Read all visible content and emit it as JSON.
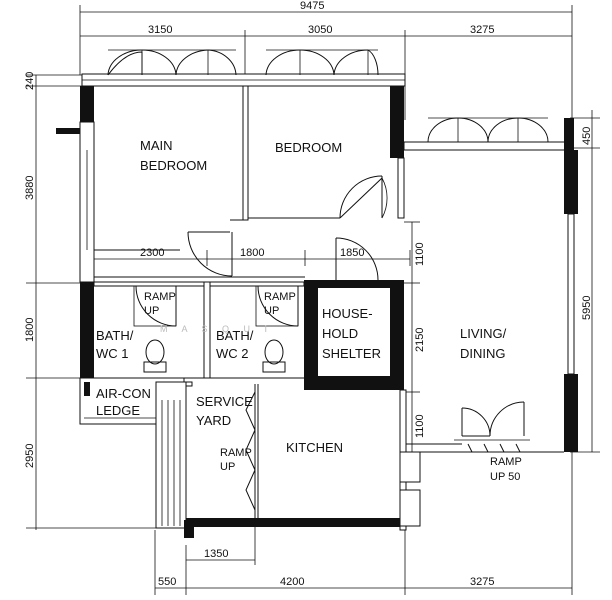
{
  "dims": {
    "top_total": "9475",
    "top_a": "3150",
    "top_b": "3050",
    "top_c": "3275",
    "left_a": "240",
    "left_b": "3880",
    "left_c": "1800",
    "left_d": "2950",
    "mid_a": "2300",
    "mid_b": "1800",
    "mid_c": "1850",
    "right_450": "450",
    "right_5950": "5950",
    "inner_1100_top": "1100",
    "inner_2150": "2150",
    "inner_1100_bot": "1100",
    "bottom_1350": "1350",
    "bottom_550": "550",
    "bottom_4200": "4200",
    "bottom_3275": "3275"
  },
  "rooms": {
    "main_bedroom": [
      "MAIN",
      "BEDROOM"
    ],
    "bedroom": "BEDROOM",
    "bath1": [
      "BATH/",
      "WC  1"
    ],
    "bath2": [
      "BATH/",
      "WC  2"
    ],
    "household_shelter": [
      "HOUSE-",
      "HOLD",
      "SHELTER"
    ],
    "living_dining": [
      "LIVING/",
      "DINING"
    ],
    "aircon_ledge": [
      "AIR-CON",
      "LEDGE"
    ],
    "service_yard": [
      "SERVICE",
      "YARD"
    ],
    "kitchen": "KITCHEN"
  },
  "ramps": {
    "bath1": [
      "RAMP",
      "UP"
    ],
    "bath2": [
      "RAMP",
      "UP"
    ],
    "service": [
      "RAMP",
      "UP"
    ],
    "entrance": [
      "RAMP",
      "UP 50"
    ]
  },
  "watermark": "M    A    S    Q    U    I"
}
